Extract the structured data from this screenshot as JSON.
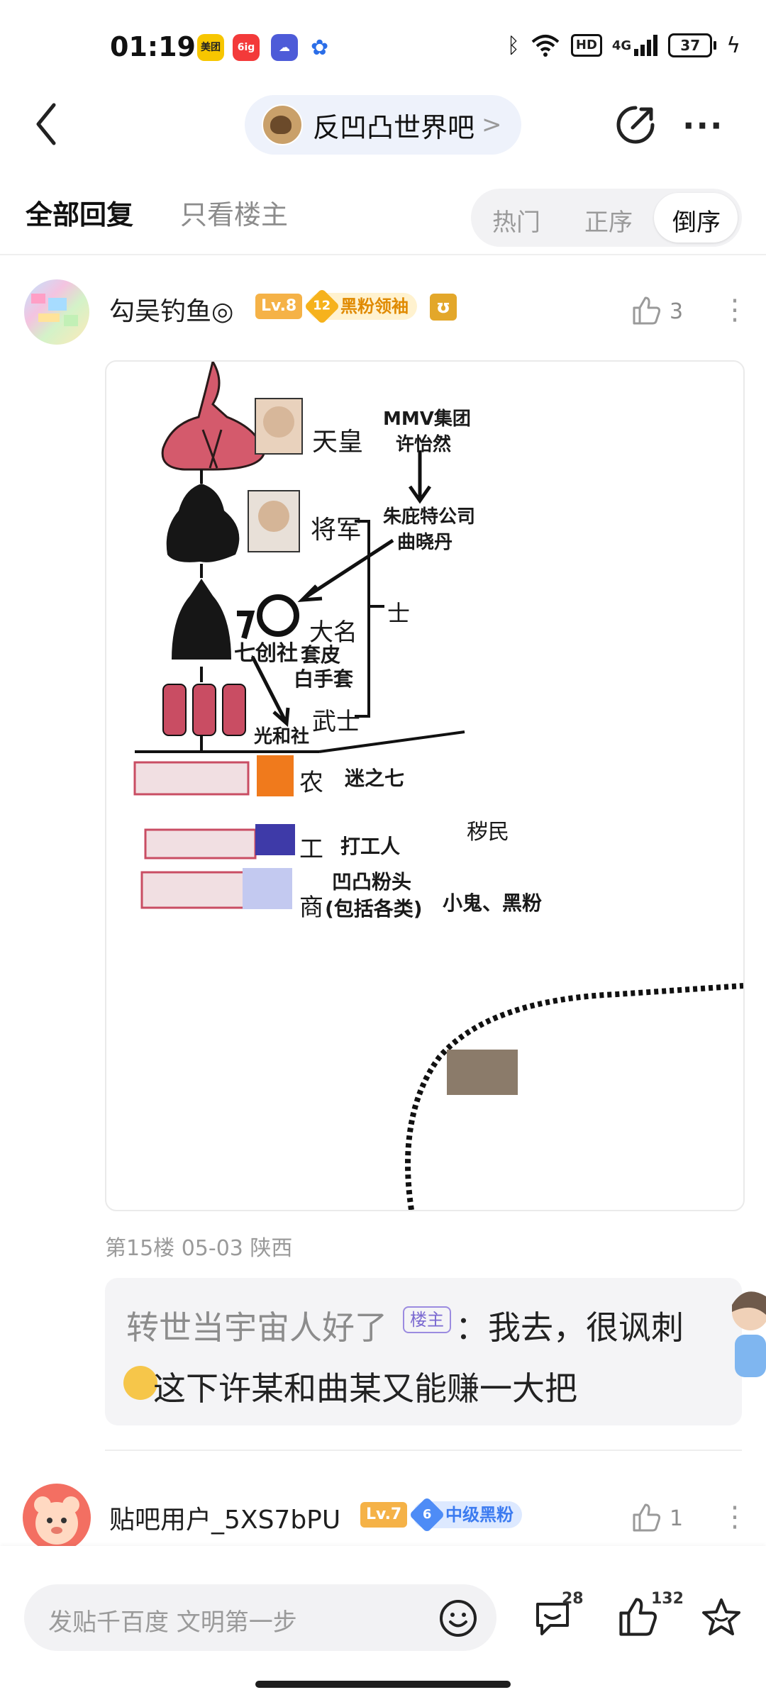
{
  "status_bar": {
    "time": "01:19",
    "apps": [
      "美团",
      "6ig",
      "cloud-app",
      "baidu-paw"
    ],
    "network": "4G",
    "hd": "HD",
    "battery": "37"
  },
  "header": {
    "forum_name": "反凹凸世界吧",
    "forum_chevron": ">",
    "more": "···"
  },
  "tabs": {
    "all_replies": "全部回复",
    "owner_only": "只看楼主",
    "sort": [
      "热门",
      "正序",
      "倒序"
    ],
    "active_sort": "倒序"
  },
  "post": {
    "username": "勾吴钓鱼◎",
    "level": "Lv.8",
    "badge_num": "12",
    "badge_text": "黑粉领袖",
    "likes": "3",
    "meta": "第15楼  05-03  陕西",
    "image": {
      "labels": {
        "emperor": "天皇",
        "shogun": "将军",
        "daimyo": "大名",
        "samurai": "武士",
        "shi": "士",
        "farmer": "农",
        "worker": "工",
        "merchant": "商",
        "lowest": "秽民",
        "mmv": "MMV集团",
        "xu": "许怡然",
        "zhu": "朱庇特公司",
        "qu": "曲晓丹",
        "qichuang": "七创社",
        "taopi": "套皮",
        "whiteglove": "白手套",
        "guanghe": "光和社",
        "mizhiqi": "迷之七",
        "dagongren": "打工人",
        "fentou": "凹凸粉头",
        "fentou_note": "(包括各类)",
        "kids": "小鬼、黑粉"
      }
    },
    "reply": {
      "name": "转世当宇宙人好了",
      "tag": "楼主",
      "line1": "：我去，很讽刺",
      "line2": "这下许某和曲某又能赚一大把"
    }
  },
  "next_post": {
    "username": "贴吧用户_5XS7bPU",
    "level": "Lv.7",
    "badge_num": "6",
    "badge_text": "中级黑粉",
    "likes": "1"
  },
  "bottom": {
    "placeholder": "发贴千百度 文明第一步",
    "comments": "28",
    "likes": "132"
  }
}
